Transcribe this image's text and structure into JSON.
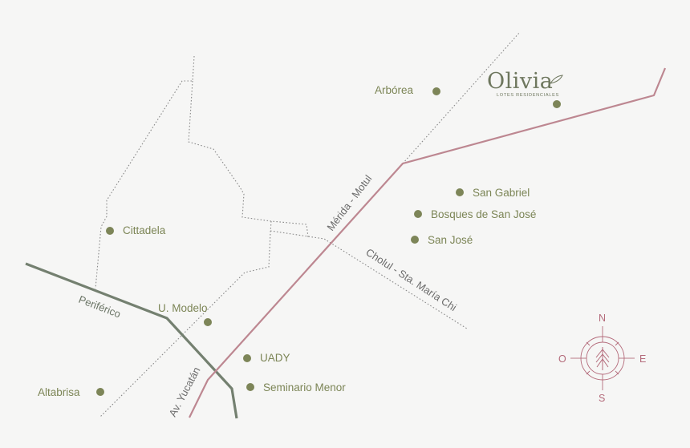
{
  "colors": {
    "background": "#f6f6f5",
    "poi_dot": "#7d8558",
    "poi_text": "#7c8556",
    "highway": "#bd8791",
    "periferico": "#748070",
    "dotted_road": "#8a8a8a",
    "compass": "#b46b7b"
  },
  "brand": {
    "name": "Olivia",
    "tagline": "LOTES RESIDENCIALES"
  },
  "places": {
    "arborea": "Arbórea",
    "san_gabriel": "San Gabriel",
    "bosques": "Bosques de San José",
    "san_jose": "San José",
    "cittadela": "Cittadela",
    "u_modelo": "U. Modelo",
    "uady": "UADY",
    "seminario": "Seminario Menor",
    "altabrisa": "Altabrisa"
  },
  "roads": {
    "merida_motul": "Mérida - Motul",
    "cholul": "Cholul - Sta. María Chi",
    "periferico": "Periférico",
    "av_yucatan": "Av. Yucatán"
  },
  "compass": {
    "north": "N",
    "south": "S",
    "east": "E",
    "west": "O",
    "icon": "tree-icon"
  }
}
